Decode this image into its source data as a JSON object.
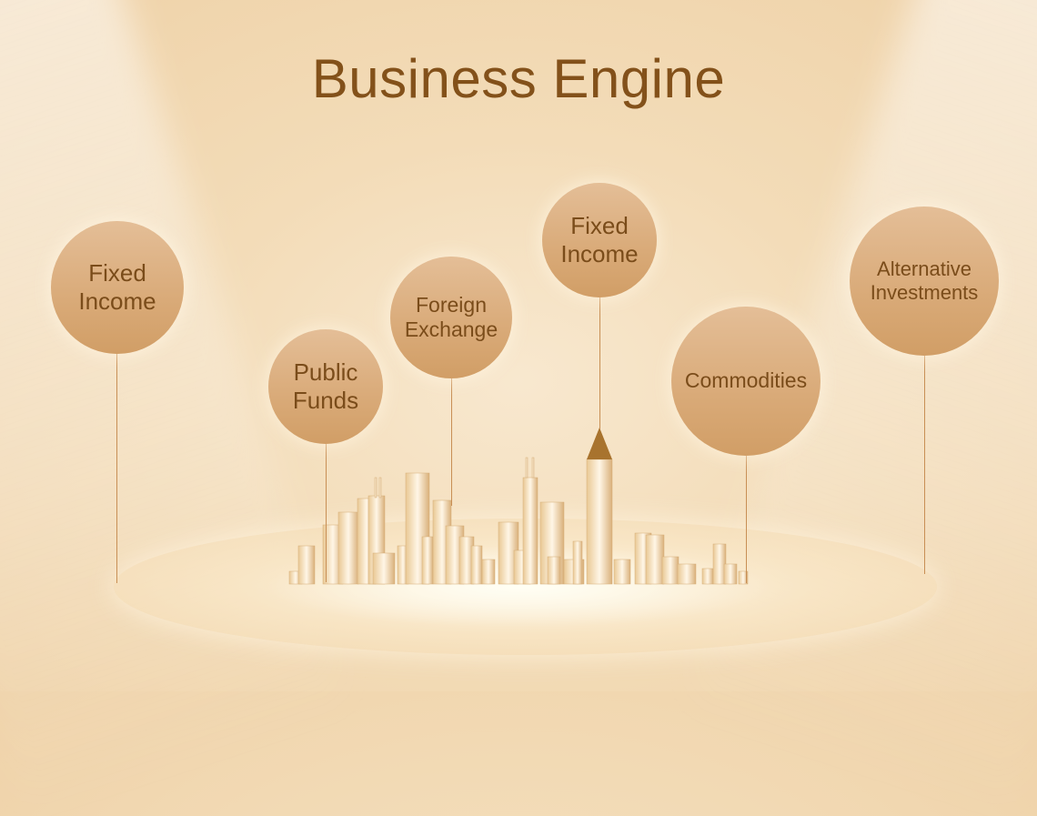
{
  "title": "Business Engine",
  "bubbles": [
    {
      "line1": "Fixed",
      "line2": "Income"
    },
    {
      "line1": "Public",
      "line2": "Funds"
    },
    {
      "line1": "Foreign",
      "line2": "Exchange"
    },
    {
      "line1": "Fixed",
      "line2": "Income"
    },
    {
      "line1": "Commodities",
      "line2": ""
    },
    {
      "line1": "Alternative",
      "line2": "Investments"
    }
  ],
  "colors": {
    "title": "#83511a",
    "bubble_text": "#7a4c1a",
    "bubble_fill": "#d9aa78"
  }
}
